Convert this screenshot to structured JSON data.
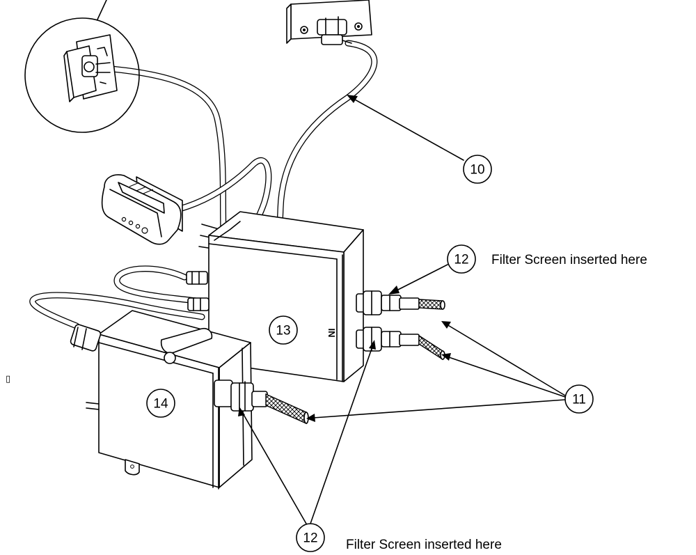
{
  "callouts": {
    "c10": "10",
    "c11": "11",
    "c12_top": "12",
    "c12_bottom": "12",
    "c13": "13",
    "c14": "14"
  },
  "captions": {
    "top": "Filter Screen inserted here",
    "bottom": "Filter Screen inserted here"
  },
  "markings": {
    "in_label": "IN",
    "stray_mark": "▯"
  }
}
